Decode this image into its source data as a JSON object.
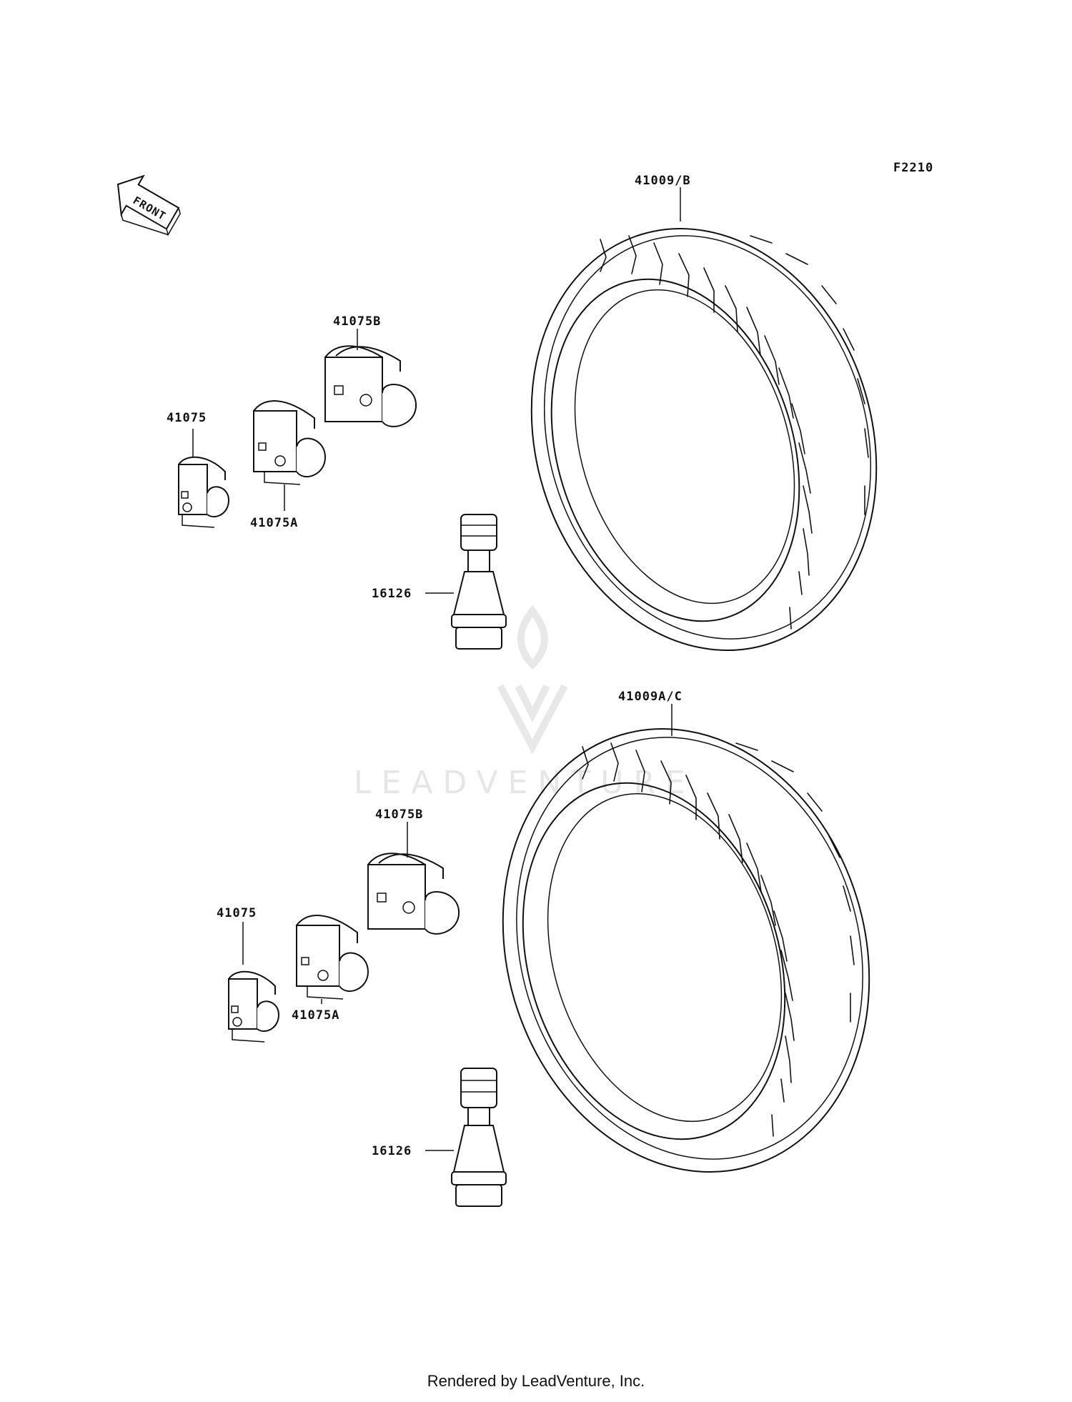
{
  "figure_code": "F2210",
  "front_label": "FRONT",
  "watermark": "LEADVENTURE",
  "footer": "Rendered by LeadVenture, Inc.",
  "upper_group": {
    "tire": "41009/B",
    "weight_b": "41075B",
    "weight": "41075",
    "weight_a": "41075A",
    "valve": "16126"
  },
  "lower_group": {
    "tire": "41009A/C",
    "weight_b": "41075B",
    "weight": "41075",
    "weight_a": "41075A",
    "valve": "16126"
  }
}
